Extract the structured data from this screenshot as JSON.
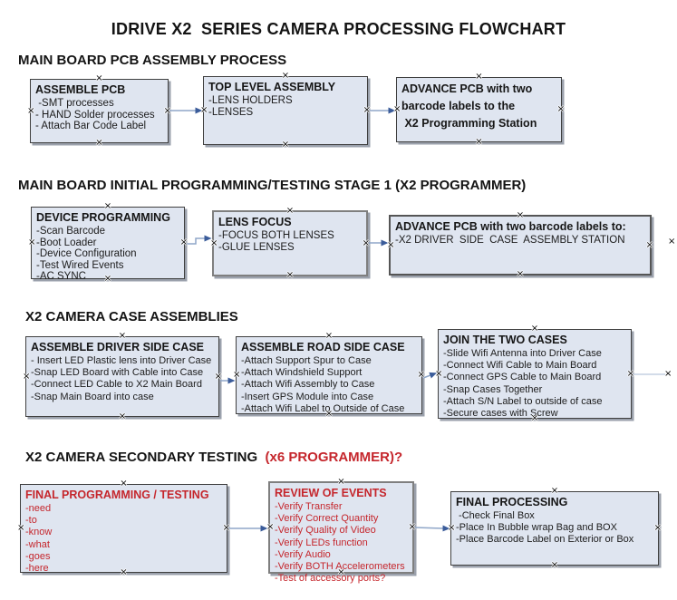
{
  "page": {
    "title": "IDRIVE X2  SERIES CAMERA PROCESSING FLOWCHART"
  },
  "colors": {
    "box_fill": "#dfe5f0",
    "box_border": "#3f3f3f",
    "box_border_alt": "#7f7f7f",
    "box_shadow": "#9ba1ac",
    "arrow_line": "#8fa6c8",
    "arrow_head": "#3b5c9a",
    "red_text": "#c5262c",
    "text": "#141414"
  },
  "icons": {
    "anchor_marker": "×"
  },
  "sections": [
    {
      "heading": "MAIN BOARD PCB ASSEMBLY PROCESS",
      "boxes": [
        {
          "title": "ASSEMBLE PCB",
          "items": [
            " -SMT processes",
            "- HAND Solder processes",
            "- Attach Bar Code Label"
          ]
        },
        {
          "title": "TOP LEVEL ASSEMBLY",
          "items": [
            "-LENS HOLDERS",
            "-LENSES"
          ]
        },
        {
          "title": "",
          "items": [
            "ADVANCE PCB with two",
            "barcode labels to the",
            " X2 Programming Station"
          ]
        }
      ]
    },
    {
      "heading": "MAIN BOARD INITIAL PROGRAMMING/TESTING STAGE 1 (X2 PROGRAMMER)",
      "boxes": [
        {
          "title": "DEVICE PROGRAMMING",
          "items": [
            "-Scan Barcode",
            "-Boot Loader",
            "-Device Configuration",
            "-Test Wired Events",
            "-AC SYNC"
          ]
        },
        {
          "title": "LENS FOCUS",
          "items": [
            "-FOCUS BOTH LENSES",
            "-GLUE LENSES"
          ]
        },
        {
          "title": "ADVANCE PCB with two barcode labels to:",
          "items": [
            "-X2 DRIVER  SIDE  CASE  ASSEMBLY STATION"
          ]
        }
      ]
    },
    {
      "heading": "X2 CAMERA CASE ASSEMBLIES",
      "boxes": [
        {
          "title": "ASSEMBLE DRIVER SIDE CASE",
          "items": [
            "- Insert LED Plastic lens into Driver Case",
            "-Snap LED Board with Cable into Case",
            "-Connect LED Cable to X2 Main Board",
            "-Snap Main Board into case"
          ]
        },
        {
          "title": "ASSEMBLE ROAD SIDE CASE",
          "items": [
            "-Attach Support Spur to Case",
            "-Attach Windshield Support",
            "-Attach Wifi Assembly to Case",
            "-Insert GPS Module into Case",
            "-Attach Wifi Label to Outside of Case"
          ]
        },
        {
          "title": "JOIN THE TWO CASES",
          "items": [
            "-Slide Wifi Antenna into Driver Case",
            "-Connect Wifi Cable to Main Board",
            "-Connect GPS Cable to Main Board",
            "-Snap Cases Together",
            "-Attach S/N Label to outside of case",
            "-Secure cases with Screw"
          ]
        }
      ]
    },
    {
      "heading": "X2 CAMERA SECONDARY TESTING  ",
      "heading_red": "(x6 PROGRAMMER)?",
      "boxes": [
        {
          "title": "FINAL PROGRAMMING / TESTING",
          "items": [
            "-need",
            "-to",
            "-know",
            "-what",
            "-goes",
            "-here"
          ]
        },
        {
          "title": "REVIEW OF EVENTS",
          "items": [
            "-Verify Transfer",
            "-Verify Correct Quantity",
            "-Verify Quality of Video",
            "-Verify LEDs function",
            "-Verify Audio",
            "-Verify BOTH Accelerometers",
            "-Test of accessory ports?"
          ]
        },
        {
          "title": "FINAL PROCESSING",
          "items": [
            " -Check Final Box",
            "-Place In Bubble wrap Bag and BOX",
            "-Place Barcode Label on Exterior or Box"
          ]
        }
      ]
    }
  ]
}
